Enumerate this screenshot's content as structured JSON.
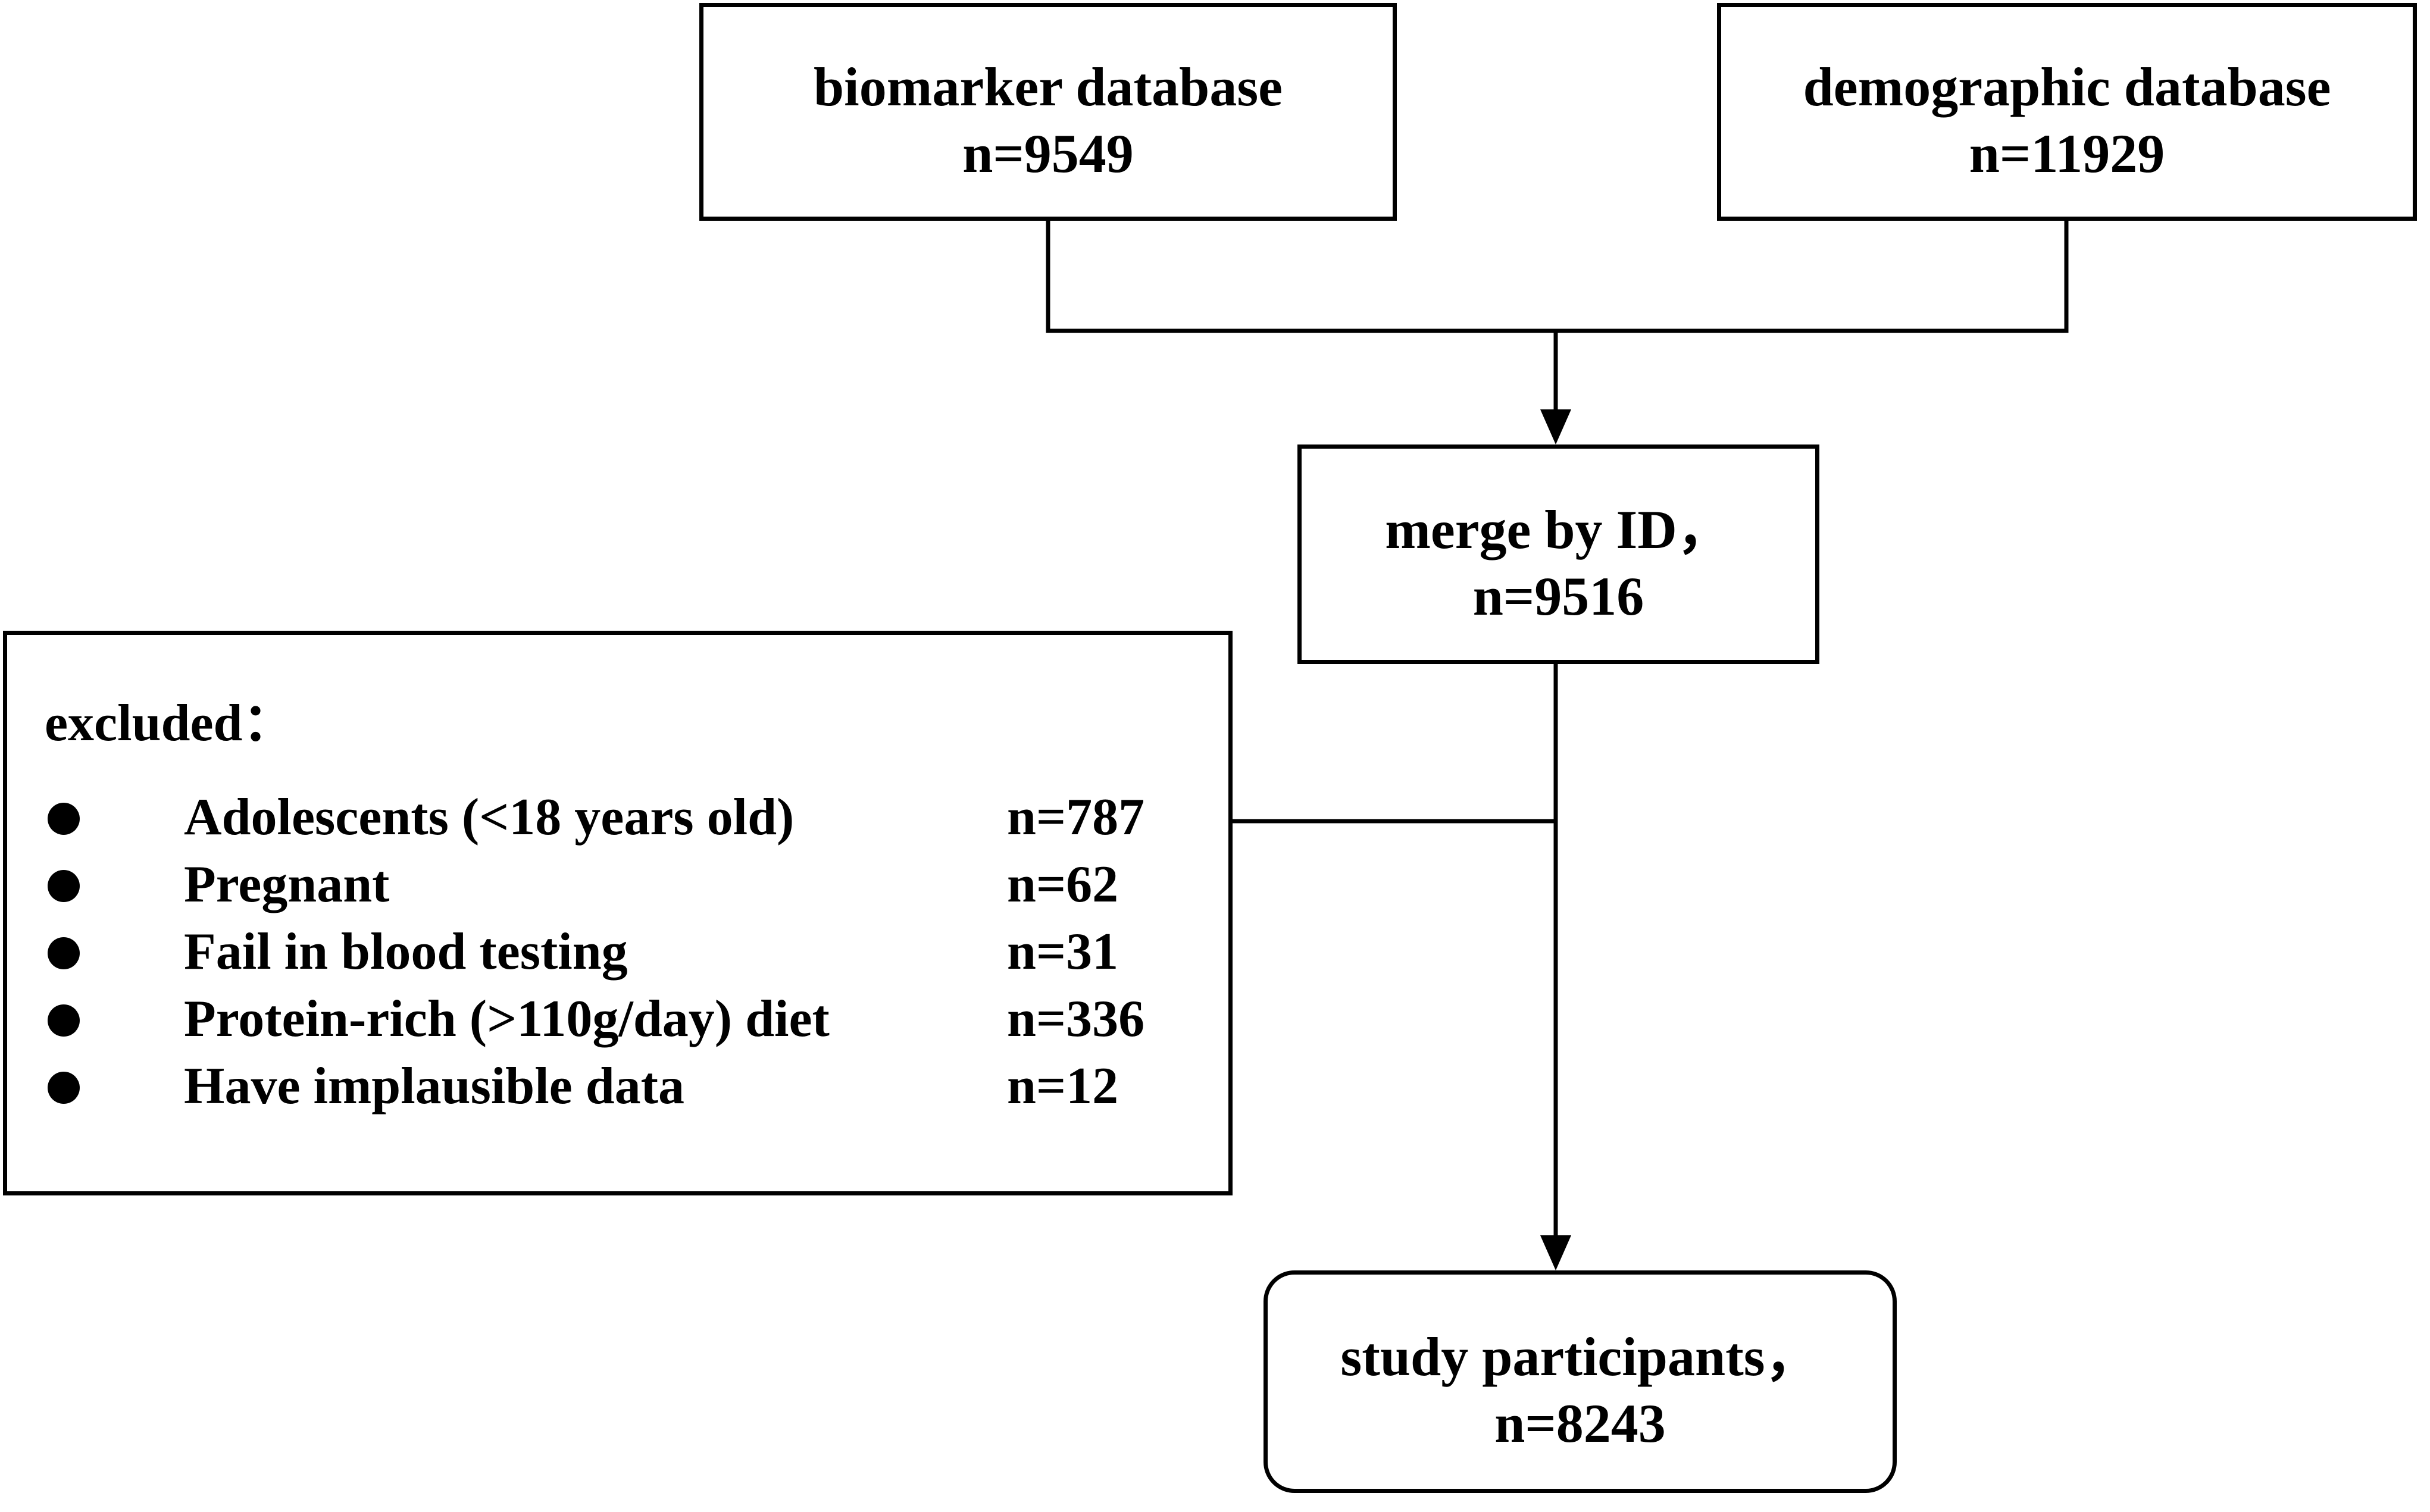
{
  "boxes": {
    "biomarker": {
      "line1": "biomarker database",
      "line2": "n=9549"
    },
    "demographic": {
      "line1": "demographic database",
      "line2": "n=11929"
    },
    "merge": {
      "line1": "merge by ID，",
      "line2": "n=9516"
    },
    "study": {
      "line1": "study participants，",
      "line2": "n=8243"
    }
  },
  "excluded": {
    "title": "excluded：",
    "items": [
      {
        "label": "Adolescents (<18 years old)",
        "count": "n=787"
      },
      {
        "label": "Pregnant",
        "count": "n=62"
      },
      {
        "label": "Fail in blood testing",
        "count": "n=31"
      },
      {
        "label": "Protein-rich (>110g/day) diet",
        "count": "n=336"
      },
      {
        "label": "Have implausible data",
        "count": "n=12"
      }
    ]
  },
  "colors": {
    "line": "#000000",
    "background": "#ffffff"
  }
}
